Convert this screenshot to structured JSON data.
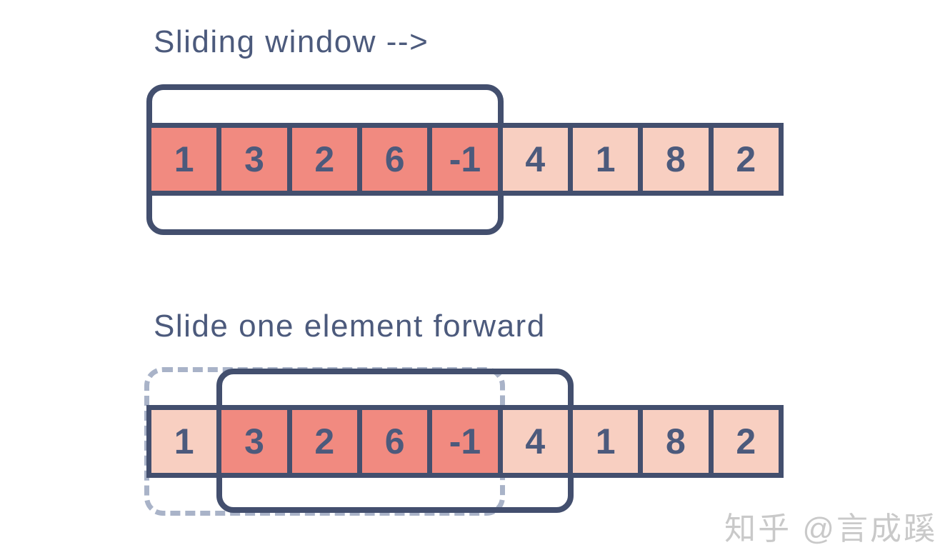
{
  "diagram1": {
    "title": "Sliding window -->",
    "values": [
      "1",
      "3",
      "2",
      "6",
      "-1",
      "4",
      "1",
      "8",
      "2"
    ],
    "window": {
      "start_index": 0,
      "end_index": 4,
      "style": "solid"
    }
  },
  "diagram2": {
    "title": "Slide one element forward",
    "values": [
      "1",
      "3",
      "2",
      "6",
      "-1",
      "4",
      "1",
      "8",
      "2"
    ],
    "previous_window": {
      "start_index": 0,
      "end_index": 4,
      "style": "dashed"
    },
    "current_window": {
      "start_index": 1,
      "end_index": 5,
      "style": "solid"
    }
  },
  "watermark": {
    "text": "知乎 @言成蹊"
  },
  "colors": {
    "background": "#FFFFFF",
    "border_navy": "#434F6E",
    "text_navy": "#4C5A7C",
    "cell_in_window": "#F18A80",
    "cell_outside_window": "#F8CFC1",
    "dashed_window": "#A9B3C8",
    "watermark_gray": "#C9C9C9"
  }
}
